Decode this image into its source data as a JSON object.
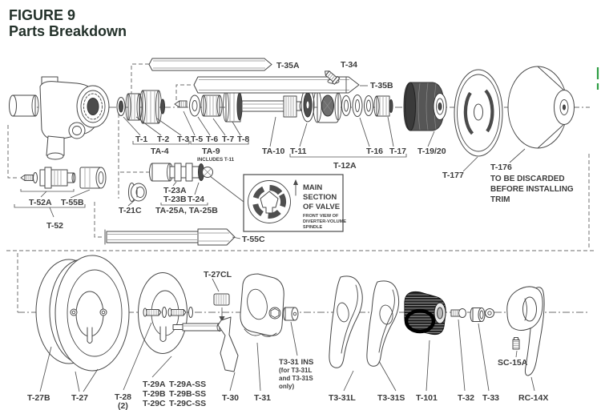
{
  "title": {
    "line1": "FIGURE 9",
    "line2": "Parts Breakdown"
  },
  "colors": {
    "ink": "#474747",
    "dark_fill": "#4c4c4c",
    "knob_fill": "#262626",
    "title_ink": "#23312a",
    "background": "#ffffff",
    "artifact_green": "#2f9e44"
  },
  "labels": {
    "t35a": "T-35A",
    "t35b": "T-35B",
    "t34": "T-34",
    "t1": "T-1",
    "t2": "T-2",
    "t3": "T-3",
    "ta4": "TA-4",
    "t5": "T-5",
    "t6": "T-6",
    "t7": "T-7",
    "t8": "T-8",
    "ta9": "TA-9",
    "ta9_note": "INCLUDES T-11",
    "ta10": "TA-10",
    "t11": "T-11",
    "t16": "T-16",
    "t17": "T-17",
    "t12a": "T-12A",
    "t19_20": "T-19/20",
    "t177": "T-177",
    "t176": "T-176",
    "t176_note1": "TO BE DISCARDED",
    "t176_note2": "BEFORE INSTALLING",
    "t176_note3": "TRIM",
    "t52a": "T-52A",
    "t55b": "T-55B",
    "t52": "T-52",
    "t21c": "T-21C",
    "t23a": "T-23A",
    "t23b": "T-23B",
    "t24": "T-24",
    "ta25": "TA-25A, TA-25B",
    "main1": "MAIN",
    "main2": "SECTION",
    "main3": "OF VALVE",
    "main_note1": "FRONT VIEW OF",
    "main_note2": "DIVERTER-VOLUME",
    "main_note3": "SPINDLE",
    "t55c": "T-55C",
    "t27cl": "T-27CL",
    "t27b": "T-27B",
    "t27": "T-27",
    "t28": "T-28",
    "t28_qty": "(2)",
    "t29a": "T-29A",
    "t29a_ss": "T-29A-SS",
    "t29b": "T-29B",
    "t29b_ss": "T-29B-SS",
    "t29c": "T-29C",
    "t29c_ss": "T-29C-SS",
    "t30": "T-30",
    "t31": "T-31",
    "t3_31ins": "T3-31 INS",
    "t3_31ins_note1": "(for T3-31L",
    "t3_31ins_note2": "and T3-31S",
    "t3_31ins_note3": "only)",
    "t3_31l": "T3-31L",
    "t3_31s": "T3-31S",
    "t101": "T-101",
    "t32": "T-32",
    "t33": "T-33",
    "sc15a": "SC-15A",
    "rc14x": "RC-14X"
  }
}
